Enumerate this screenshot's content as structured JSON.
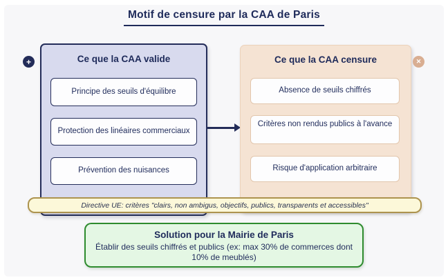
{
  "title": "Motif de censure par la CAA de Paris",
  "left_panel": {
    "title": "Ce que la CAA valide",
    "items": [
      "Principe des seuils d'équilibre",
      "Protection des linéaires commerciaux",
      "Prévention des nuisances"
    ]
  },
  "right_panel": {
    "title": "Ce que la CAA censure",
    "items": [
      "Absence de seuils chiffrés",
      "Critères non rendus publics à l'avance",
      "Risque d'application arbitraire"
    ]
  },
  "icons": {
    "validate_plus": "+",
    "censure_cross": "✕"
  },
  "directive_note": "Directive UE: critères \"clairs, non ambigus, objectifs, publics, transparents et accessibles\"",
  "solution": {
    "title": "Solution pour la Mairie de Paris",
    "body": "Établir des seuils chiffrés et publics (ex: max 30% de commerces dont 10% de meublés)"
  },
  "colors": {
    "navy": "#1e2a5a",
    "left_panel_bg": "#d8daee",
    "left_panel_border": "#232c59",
    "right_panel_bg": "#f5e3d3",
    "right_panel_border": "#e2c6ac",
    "note_bg": "#fcf8d9",
    "note_border": "#ad934e",
    "solution_bg": "#e4f7e4",
    "solution_border": "#2e8b2e",
    "plus_icon_bg": "#232c59",
    "cross_icon_bg": "#d9ae92",
    "page_bg": "#f7f7f9"
  }
}
